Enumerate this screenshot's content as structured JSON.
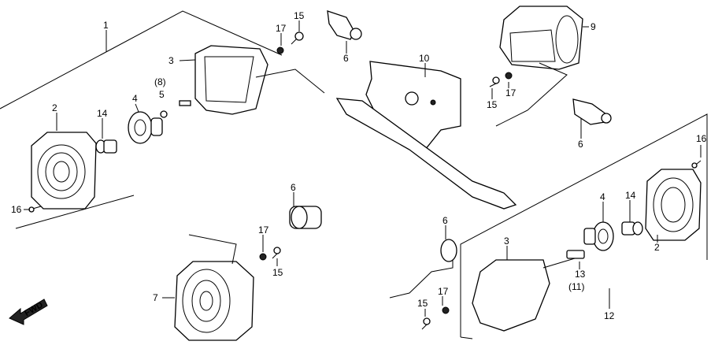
{
  "callouts": {
    "c1": "1",
    "c2a": "2",
    "c2b": "2",
    "c3a": "3",
    "c3b": "3",
    "c4a": "4",
    "c4b": "4",
    "c5": "5",
    "c8": "(8)",
    "c6a": "6",
    "c6b": "6",
    "c6c": "6",
    "c6d": "6",
    "c7": "7",
    "c9": "9",
    "c10": "10",
    "c11": "(11)",
    "c12": "12",
    "c13": "13",
    "c14a": "14",
    "c14b": "14",
    "c15a": "15",
    "c15b": "15",
    "c15c": "15",
    "c15d": "15",
    "c16a": "16",
    "c16b": "16",
    "c17a": "17",
    "c17b": "17",
    "c17c": "17",
    "c17d": "17"
  },
  "direction": {
    "fwd": "FWD"
  }
}
